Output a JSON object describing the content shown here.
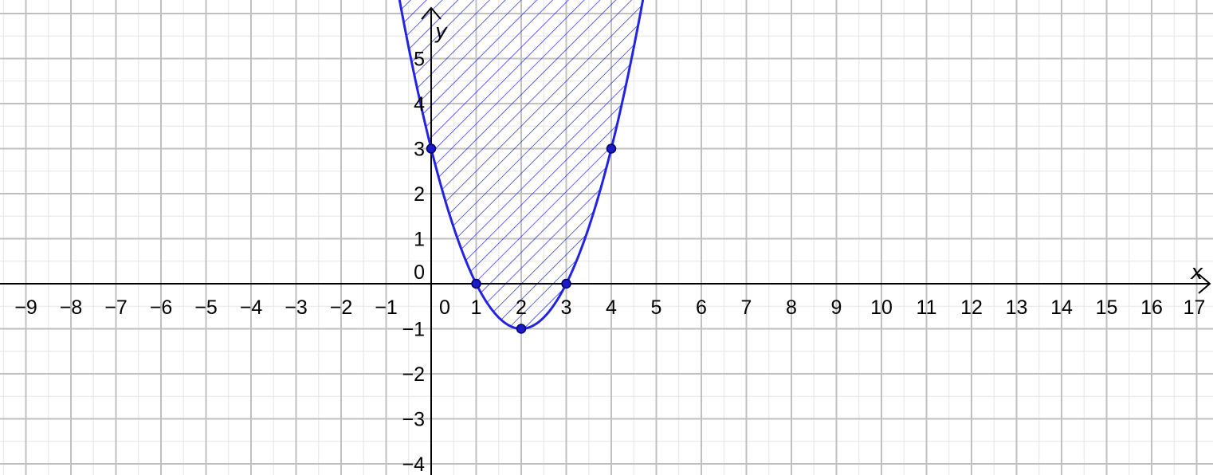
{
  "chart_data": {
    "type": "line",
    "xlim": [
      -9.5,
      17.3
    ],
    "ylim": [
      -4.3,
      6.3
    ],
    "grid": true,
    "grid_minor_step": 0.5,
    "grid_major_step": 1,
    "axis_labels": {
      "x": "x",
      "y": "y"
    },
    "x_ticks": [
      {
        "value": -9,
        "label": "−9"
      },
      {
        "value": -8,
        "label": "−8"
      },
      {
        "value": -7,
        "label": "−7"
      },
      {
        "value": -6,
        "label": "−6"
      },
      {
        "value": -5,
        "label": "−5"
      },
      {
        "value": -4,
        "label": "−4"
      },
      {
        "value": -3,
        "label": "−3"
      },
      {
        "value": -2,
        "label": "−2"
      },
      {
        "value": -1,
        "label": "−1"
      },
      {
        "value": 0,
        "label": "0"
      },
      {
        "value": 1,
        "label": "1"
      },
      {
        "value": 2,
        "label": "2"
      },
      {
        "value": 3,
        "label": "3"
      },
      {
        "value": 4,
        "label": "4"
      },
      {
        "value": 5,
        "label": "5"
      },
      {
        "value": 6,
        "label": "6"
      },
      {
        "value": 7,
        "label": "7"
      },
      {
        "value": 8,
        "label": "8"
      },
      {
        "value": 9,
        "label": "9"
      },
      {
        "value": 10,
        "label": "10"
      },
      {
        "value": 11,
        "label": "11"
      },
      {
        "value": 12,
        "label": "12"
      },
      {
        "value": 13,
        "label": "13"
      },
      {
        "value": 14,
        "label": "14"
      },
      {
        "value": 15,
        "label": "15"
      },
      {
        "value": 16,
        "label": "16"
      },
      {
        "value": 17,
        "label": "17"
      }
    ],
    "y_ticks": [
      {
        "value": -4,
        "label": "−4"
      },
      {
        "value": -3,
        "label": "−3"
      },
      {
        "value": -2,
        "label": "−2"
      },
      {
        "value": -1,
        "label": "−1"
      },
      {
        "value": 0,
        "label": "0"
      },
      {
        "value": 1,
        "label": "1"
      },
      {
        "value": 2,
        "label": "2"
      },
      {
        "value": 3,
        "label": "3"
      },
      {
        "value": 4,
        "label": "4"
      },
      {
        "value": 5,
        "label": "5"
      }
    ],
    "curve": {
      "kind": "parabola",
      "coefficients": {
        "a": 1,
        "b": -4,
        "c": 3
      },
      "x_range": [
        -0.8,
        4.8
      ],
      "color": "#2323e6",
      "shaded": "above-curve",
      "fill_pattern": "diagonal-hatch"
    },
    "points": [
      {
        "x": 0,
        "y": 3
      },
      {
        "x": 1,
        "y": 0
      },
      {
        "x": 2,
        "y": -1
      },
      {
        "x": 3,
        "y": 0
      },
      {
        "x": 4,
        "y": 3
      }
    ],
    "colors": {
      "curve": "#2323e6",
      "point_fill": "#1a1ac8",
      "point_stroke": "#000060",
      "grid_major": "#c0c0c0",
      "grid_minor": "#e6e6e6",
      "axis": "#000000"
    }
  }
}
